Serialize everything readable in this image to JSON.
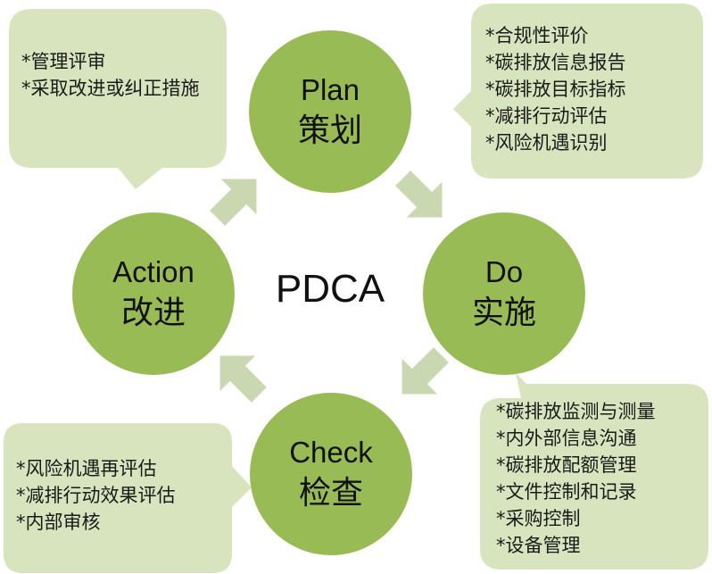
{
  "center_label": "PDCA",
  "nodes": {
    "plan": {
      "en": "Plan",
      "cn": "策划"
    },
    "do": {
      "en": "Do",
      "cn": "实施"
    },
    "check": {
      "en": "Check",
      "cn": "检查"
    },
    "action": {
      "en": "Action",
      "cn": "改进"
    }
  },
  "callouts": {
    "plan": [
      "*合规性评价",
      "*碳排放信息报告",
      "*碳排放目标指标",
      "*减排行动评估",
      "*风险机遇识别"
    ],
    "do": [
      "*碳排放监测与测量",
      "*内外部信息沟通",
      "*碳排放配额管理",
      "*文件控制和记录",
      "*采购控制",
      "*设备管理"
    ],
    "check": [
      "*风险机遇再评估",
      "*减排行动效果评估",
      "*内部审核"
    ],
    "action": [
      "*管理评审",
      "*采取改进或纠正措施"
    ]
  },
  "colors": {
    "node_fill": "#99bb55",
    "callout_fill": "#d7e4bd",
    "arrow_fill": "#c9d8b0",
    "text": "#111111"
  }
}
